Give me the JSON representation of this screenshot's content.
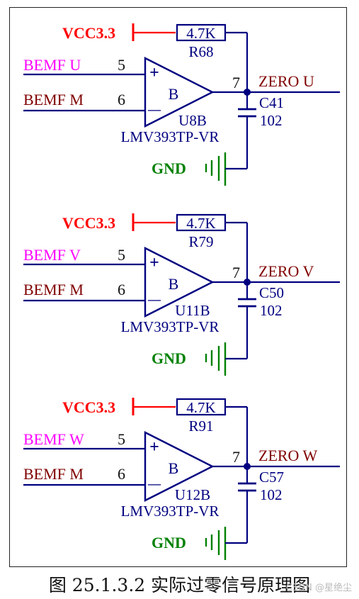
{
  "colors": {
    "wire": "#000080",
    "power": "#ff0000",
    "ground": "#008000",
    "input": "#ff00ff",
    "net": "#800000",
    "text": "#000080"
  },
  "circuits": [
    {
      "vcc": "VCC3.3",
      "resistor_value": "4.7K",
      "resistor_ref": "R68",
      "input_pos": "BEMF_U",
      "pin_pos": "5",
      "input_neg": "BEMF_M",
      "pin_neg": "6",
      "opamp_label": "B",
      "pin_out": "7",
      "output": "ZERO_U",
      "cap_ref": "C41",
      "cap_value": "102",
      "ic_ref": "U8B",
      "ic_part": "LMV393TP-VR",
      "gnd": "GND"
    },
    {
      "vcc": "VCC3.3",
      "resistor_value": "4.7K",
      "resistor_ref": "R79",
      "input_pos": "BEMF_V",
      "pin_pos": "5",
      "input_neg": "BEMF_M",
      "pin_neg": "6",
      "opamp_label": "B",
      "pin_out": "7",
      "output": "ZERO_V",
      "cap_ref": "C50",
      "cap_value": "102",
      "ic_ref": "U11B",
      "ic_part": "LMV393TP-VR",
      "gnd": "GND"
    },
    {
      "vcc": "VCC3.3",
      "resistor_value": "4.7K",
      "resistor_ref": "R91",
      "input_pos": "BEMF_W",
      "pin_pos": "5",
      "input_neg": "BEMF_M",
      "pin_neg": "6",
      "opamp_label": "B",
      "pin_out": "7",
      "output": "ZERO_W",
      "cap_ref": "C57",
      "cap_value": "102",
      "ic_ref": "U12B",
      "ic_part": "LMV393TP-VR",
      "gnd": "GND"
    }
  ],
  "caption": "图 25.1.3.2 实际过零信号原理图",
  "watermark": "CSDN @星绝尘"
}
